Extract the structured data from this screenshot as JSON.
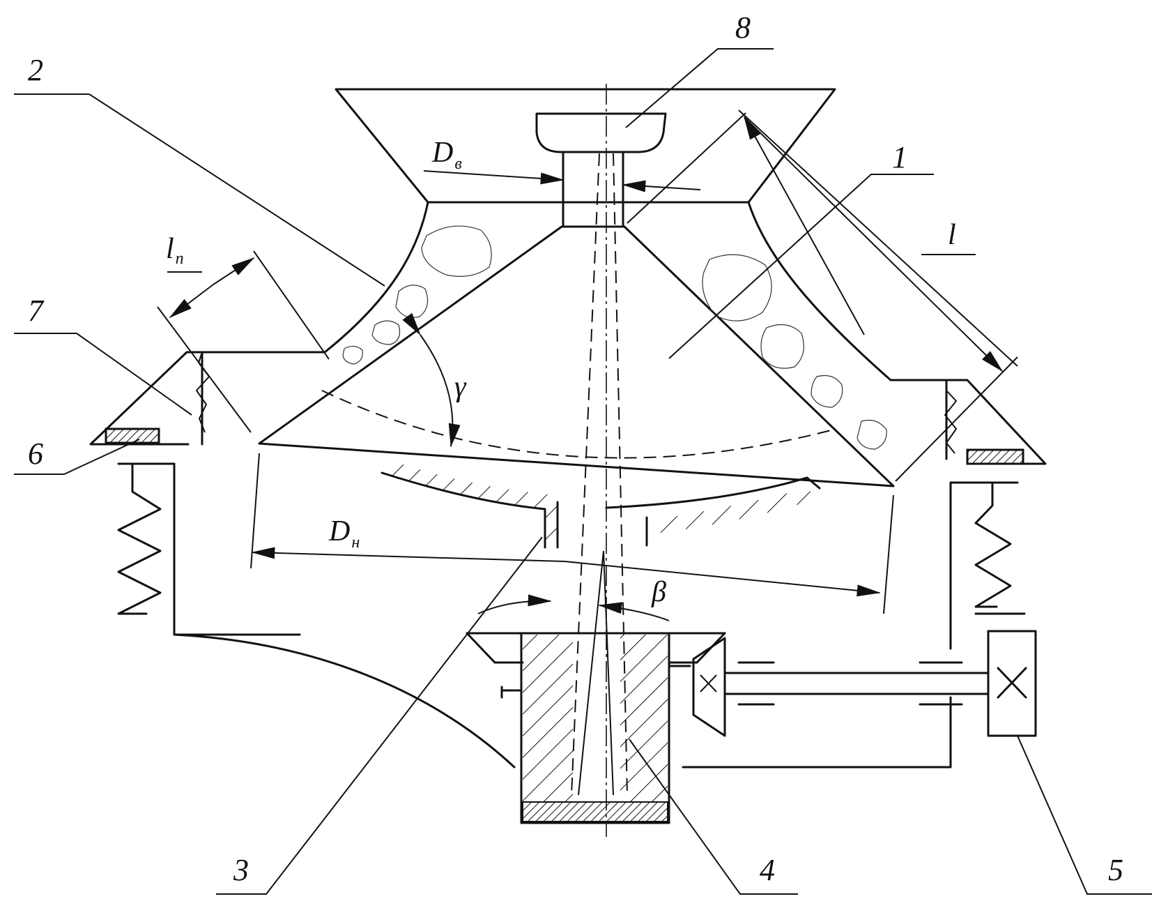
{
  "labels": {
    "part_1": "1",
    "part_2": "2",
    "part_3": "3",
    "part_4": "4",
    "part_5": "5",
    "part_6": "6",
    "part_7": "7",
    "part_8": "8"
  },
  "dimensions": {
    "d_upper_main": "D",
    "d_upper_sub": "в",
    "d_lower_main": "D",
    "d_lower_sub": "н",
    "l_gap_main": "l",
    "l_gap_sub": "п",
    "l_cone": "l",
    "angle_gamma": "γ",
    "angle_beta": "β"
  }
}
